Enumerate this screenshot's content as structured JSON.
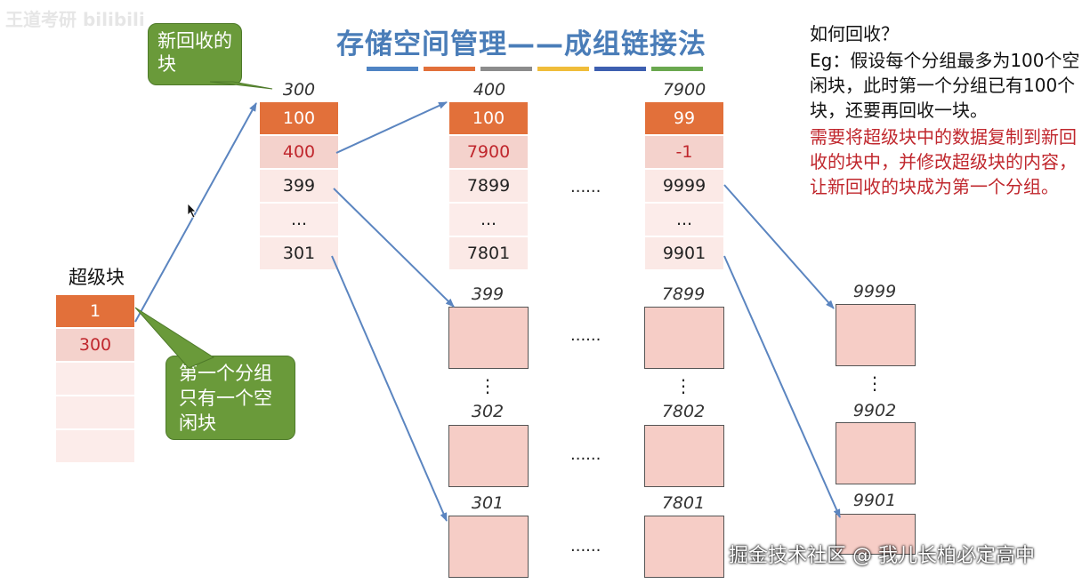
{
  "logo_text": "王道考研 bilibili",
  "title": "存储空间管理——成组链接法",
  "color_bar": [
    "#4f84c4",
    "#e2703a",
    "#8c8c8c",
    "#f0bd3a",
    "#3d5fb0",
    "#6aa84f"
  ],
  "callouts": {
    "new_block": "新回收的块",
    "first_group": "第一个分组只有一个空闲块"
  },
  "superblock": {
    "label": "超级块",
    "cells": [
      "1",
      "300",
      "",
      "",
      ""
    ]
  },
  "groups": [
    {
      "addr": "300",
      "cells": [
        "100",
        "400",
        "399",
        "...",
        "301"
      ]
    },
    {
      "addr": "400",
      "cells": [
        "100",
        "7900",
        "7899",
        "...",
        "7801"
      ]
    },
    {
      "addr": "7900",
      "cells": [
        "99",
        "-1",
        "9999",
        "...",
        "9901"
      ]
    }
  ],
  "ellipsis": "......",
  "vertical_dots": "⋮",
  "blocks": {
    "col1": [
      "399",
      "302",
      "301"
    ],
    "col2": [
      "7899",
      "7802",
      "7801"
    ],
    "col3": [
      "9999",
      "9902",
      "9901"
    ]
  },
  "right_text": {
    "question": "如何回收？",
    "example": "Eg：假设每个分组最多为100个空闲块，此时第一个分组已有100个块，还要再回收一块。",
    "answer": "需要将超级块中的数据复制到新回收的块中，并修改超级块的内容，让新回收的块成为第一个分组。"
  },
  "watermark": "掘金技术社区 @ 我儿长柏必定高中",
  "colors": {
    "title_blue": "#4a7db8",
    "orange": "#e2703a",
    "pink": "#f4d2cc",
    "red_text": "#c0272d",
    "green_callout": "#6a9a3a",
    "arrow_blue": "#5b85c0"
  }
}
